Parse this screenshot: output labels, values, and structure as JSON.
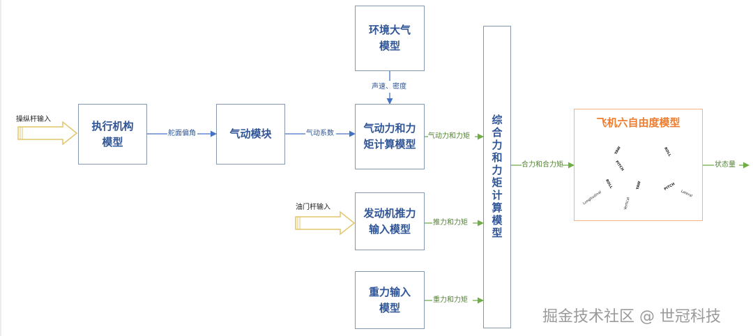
{
  "blocks": {
    "actuator": "执行机构模型",
    "aero_module": "气动模块",
    "atmosphere": "环境大气模型",
    "aero_force": "气动力和力矩计算模型",
    "engine": "发动机推力输入模型",
    "gravity": "重力输入模型",
    "combined": "综合力和力矩计算模型",
    "sixdof": "飞机六自由度模型"
  },
  "inputs": {
    "stick": "操纵杆输入",
    "throttle": "油门杆输入"
  },
  "edges": {
    "rudder_deflection": "舵面偏角",
    "aero_coeff": "气动系数",
    "sound_density": "声速、密度",
    "aero_force_moment": "气动力和力矩",
    "thrust_moment": "推力和力矩",
    "gravity_moment": "重力和力矩",
    "total_force_moment": "合力和合力矩",
    "state": "状态量"
  },
  "airplane_labels": {
    "yaw": "YAW",
    "pitch": "PITCH",
    "roll": "ROLL",
    "longitudinal": "Longitudinal",
    "vertical": "Vertical",
    "lateral": "Lateral"
  },
  "watermark": "掘金技术社区 @ 世冠科技",
  "colors": {
    "block_border": "#8496b0",
    "block_text": "#2f5597",
    "arrow_blue": "#4472c4",
    "arrow_green": "#70ad47",
    "input_arrow": "#e2c56a",
    "sixdof_border": "#f4b183",
    "sixdof_title": "#ed7d31"
  }
}
